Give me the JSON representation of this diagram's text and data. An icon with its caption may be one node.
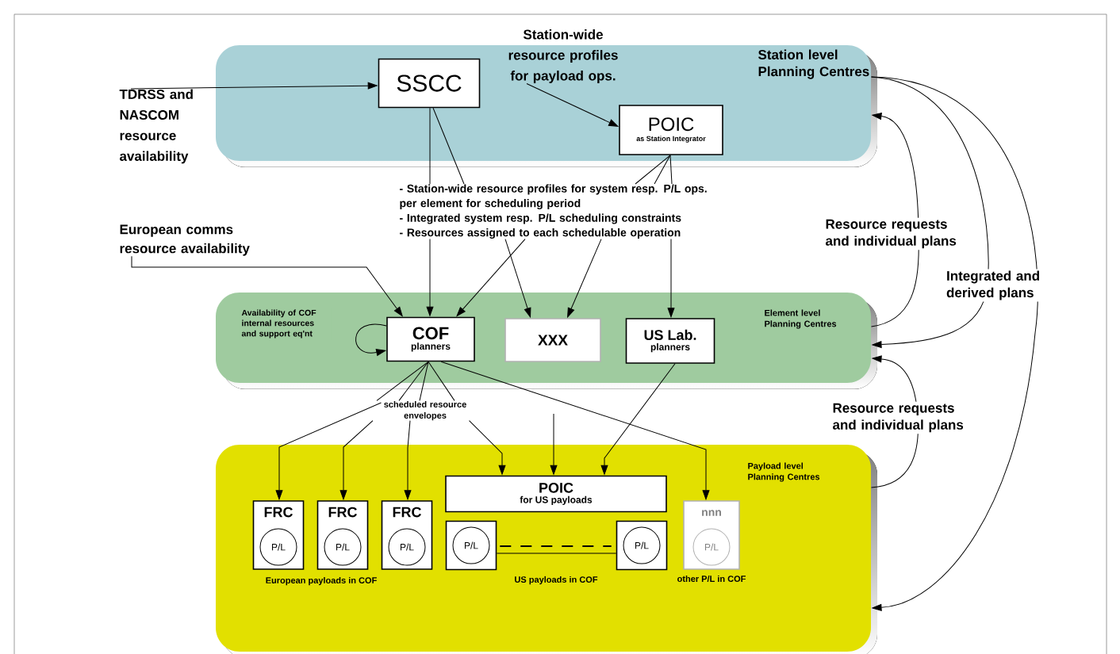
{
  "diagram": {
    "nodes": [
      {
        "text": [
          "Station level Planning Centres"
        ]
      },
      {
        "text": [
          "SSCC"
        ],
        "in": 0
      },
      {
        "text": [
          "POIC",
          "as Station Integrator"
        ],
        "in": 0
      },
      {
        "text": [
          "Element level Planning Centres"
        ]
      },
      {
        "text": [
          "COF",
          "planners"
        ],
        "in": 3
      },
      {
        "text": [
          "XXX"
        ],
        "in": 3
      },
      {
        "text": [
          "US Lab.",
          "planners"
        ],
        "in": 3
      },
      {
        "text": [
          "Payload level Planning Centres"
        ]
      },
      {
        "text": [
          "FRC"
        ],
        "in": 7
      },
      {
        "text": [
          "P/L"
        ],
        "in": 8
      },
      {
        "text": [
          "FRC"
        ],
        "in": 7
      },
      {
        "text": [
          "P/L"
        ],
        "in": 10
      },
      {
        "text": [
          "FRC"
        ],
        "in": 7
      },
      {
        "text": [
          "P/L"
        ],
        "in": 12
      },
      {
        "text": [
          "POIC",
          "for US payloads"
        ],
        "in": 7
      },
      {
        "text": [],
        "shape": "box",
        "in": 7
      },
      {
        "text": [
          "P/L"
        ],
        "in": 15
      },
      {
        "text": [],
        "shape": "box",
        "in": 7
      },
      {
        "text": [
          "P/L"
        ],
        "in": 17
      },
      {
        "text": [
          "nnn"
        ],
        "in": 7
      },
      {
        "text": [
          "P/L"
        ],
        "in": 19
      },
      {
        "text": [
          "TDRSS and NASCOM resource availability"
        ]
      },
      {
        "text": [
          "Station-wide resource profiles for payload ops."
        ]
      },
      {
        "text": [
          "European comms resource availability"
        ]
      },
      {
        "text": [
          "- Station-wide resource profiles for system resp. P/L ops. per element for scheduling period",
          "- Integrated system resp. P/L scheduling constraints",
          "- Resources assigned to each schedulable operation"
        ]
      },
      {
        "text": [
          "scheduled resource envelopes"
        ]
      }
    ],
    "edges": [
      {
        "from": 21,
        "to": 1,
        "arrow": "to"
      },
      {
        "from": 22,
        "to": 2,
        "arrow": "to"
      },
      {
        "from": 1,
        "to": 24,
        "arrow": "none"
      },
      {
        "from": 1,
        "to": 24,
        "arrow": "none"
      },
      {
        "from": 2,
        "to": 24,
        "arrow": "none"
      },
      {
        "from": 2,
        "to": 24,
        "arrow": "none"
      },
      {
        "from": 2,
        "to": 24,
        "arrow": "none"
      },
      {
        "from": 23,
        "to": 4,
        "arrow": "to"
      },
      {
        "from": 24,
        "to": 4,
        "arrow": "to"
      },
      {
        "from": 24,
        "to": 4,
        "arrow": "to"
      },
      {
        "from": 24,
        "to": 5,
        "arrow": "to"
      },
      {
        "from": 24,
        "to": 5,
        "arrow": "to"
      },
      {
        "from": 24,
        "to": 6,
        "arrow": "to"
      },
      {
        "from": 4,
        "to": 4,
        "arrow": "to",
        "label": "Availability of COF internal resources and support eq'nt"
      },
      {
        "from": 4,
        "to": 25,
        "arrow": "none"
      },
      {
        "from": 4,
        "to": 25,
        "arrow": "none"
      },
      {
        "from": 4,
        "to": 25,
        "arrow": "none"
      },
      {
        "from": 4,
        "to": 25,
        "arrow": "none"
      },
      {
        "from": 25,
        "to": 8,
        "arrow": "to"
      },
      {
        "from": 25,
        "to": 10,
        "arrow": "to"
      },
      {
        "from": 25,
        "to": 12,
        "arrow": "to"
      },
      {
        "from": 25,
        "to": 14,
        "arrow": "to"
      },
      {
        "from": null,
        "to": 14,
        "arrow": "to"
      },
      {
        "from": 6,
        "to": 14,
        "arrow": "to"
      },
      {
        "from": 4,
        "to": 19,
        "arrow": "to"
      },
      {
        "from": 15,
        "to": 17,
        "arrow": "none"
      },
      {
        "from": 3,
        "to": 0,
        "arrow": "to",
        "label": "Resource requests and individual plans"
      },
      {
        "from": 0,
        "to": 3,
        "arrow": "to",
        "label": "Integrated and derived plans"
      },
      {
        "from": 0,
        "to": 7,
        "arrow": "to"
      },
      {
        "from": 7,
        "to": 3,
        "arrow": "to",
        "label": "Resource requests and individual plans"
      },
      {
        "from": 15,
        "to": 17,
        "arrow": "none",
        "style": "dashed"
      }
    ],
    "labels": [
      "European payloads in COF",
      "US payloads in COF",
      "other P/L in COF"
    ]
  }
}
